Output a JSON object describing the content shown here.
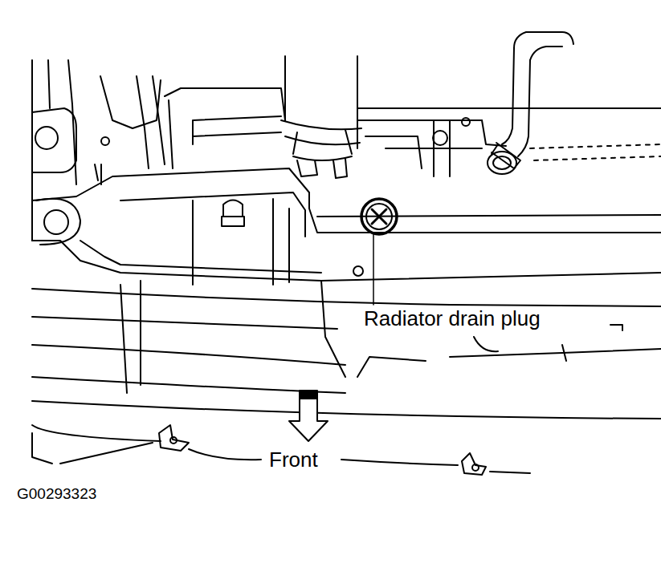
{
  "diagram": {
    "labels": [
      "Radiator drain plug",
      "Front",
      "G00293323"
    ]
  }
}
